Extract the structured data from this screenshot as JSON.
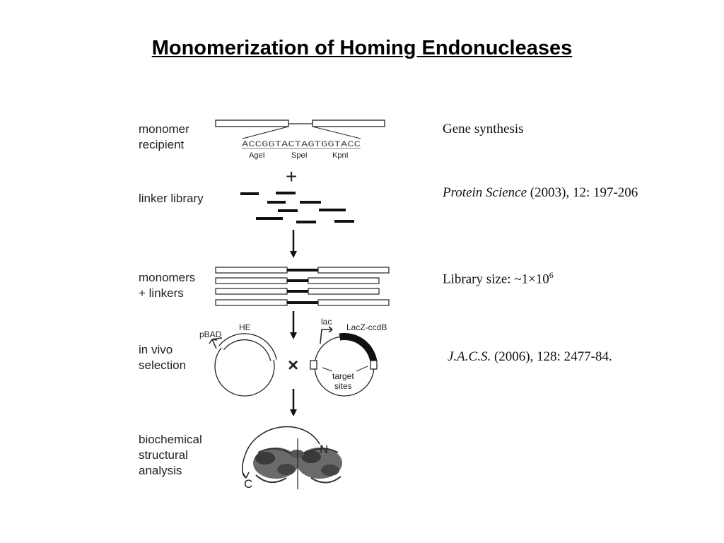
{
  "title": "Monomerization of Homing Endonucleases",
  "diagram": {
    "steps": [
      {
        "line1": "monomer",
        "line2": "recipient"
      },
      {
        "line1": "linker library",
        "line2": ""
      },
      {
        "line1": "monomers",
        "line2": "+ linkers"
      },
      {
        "line1": "in vivo",
        "line2": "selection"
      },
      {
        "line1": "biochemical",
        "line2": "structural",
        "line3": "analysis"
      }
    ],
    "sequence": "ACCGGTACTAGTGGTACC",
    "sites": [
      "AgeI",
      "SpeI",
      "KpnI"
    ],
    "plus_symbol": "+",
    "cross_symbol": "×",
    "plasmid1": {
      "promoter": "pBAD",
      "gene": "HE"
    },
    "plasmid2": {
      "promoter": "lac",
      "gene": "LacZ-ccdB",
      "target_line1": "target",
      "target_line2": "sites"
    },
    "termini": {
      "n": "N",
      "c": "C"
    }
  },
  "notes": {
    "gene_synthesis": "Gene synthesis",
    "ref1_journal": "Protein Science",
    "ref1_rest": " (2003), 12: 197-206",
    "library_prefix": "Library size: ~1×10",
    "library_exp": "6",
    "ref2_journal": "J.A.C.S.",
    "ref2_rest": " (2006), 128: 2477-84."
  }
}
